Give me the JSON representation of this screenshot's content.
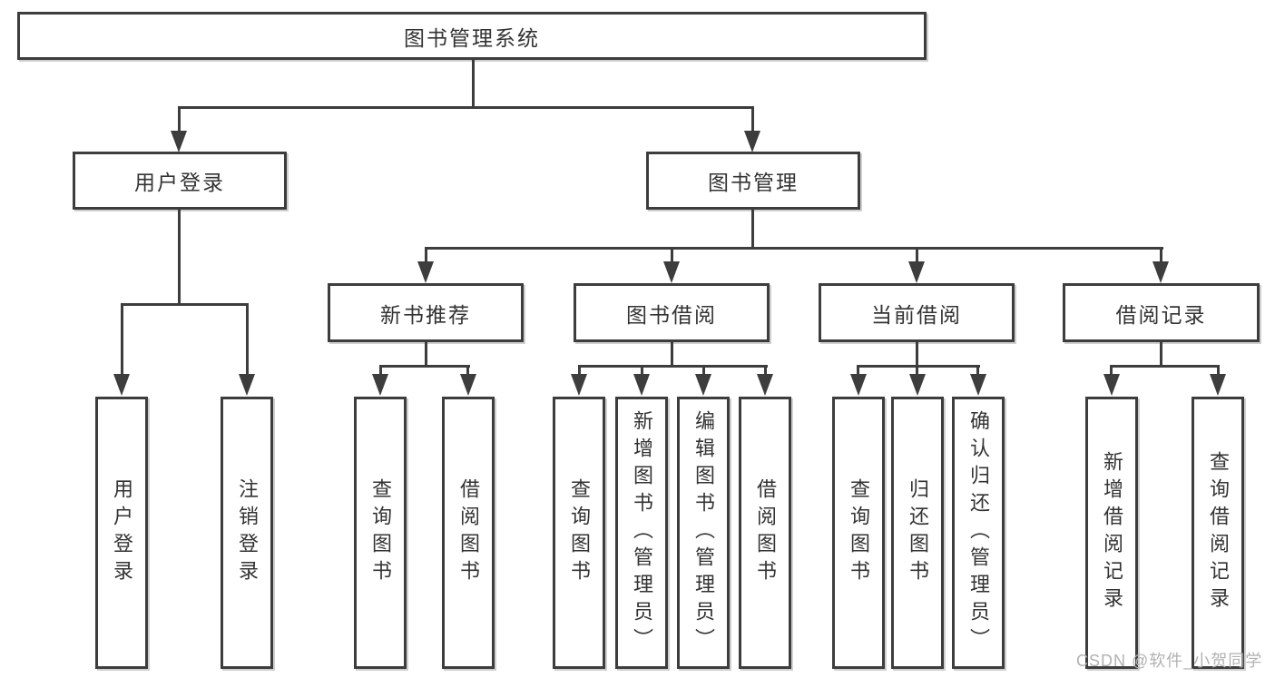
{
  "diagram": {
    "title": "图书管理系统",
    "level2": [
      {
        "label": "用户登录"
      },
      {
        "label": "图书管理"
      }
    ],
    "level3": [
      {
        "label": "新书推荐"
      },
      {
        "label": "图书借阅"
      },
      {
        "label": "当前借阅"
      },
      {
        "label": "借阅记录"
      }
    ],
    "leaves": {
      "user_login": [
        "用户登录",
        "注销登录"
      ],
      "new_books": [
        "查询图书",
        "借阅图书"
      ],
      "book_borrow": [
        "查询图书",
        "新增图书（管理员）",
        "编辑图书（管理员）",
        "借阅图书"
      ],
      "current_borrow": [
        "查询图书",
        "归还图书",
        "确认归还（管理员）"
      ],
      "borrow_records": [
        "新增借阅记录",
        "查询借阅记录"
      ]
    }
  },
  "watermark": {
    "text": "CSDN @软件_小贺同学"
  },
  "colors": {
    "line": "#3d3d3d",
    "text": "#333333",
    "background": "#ffffff",
    "watermark": "#b2b2b2"
  }
}
